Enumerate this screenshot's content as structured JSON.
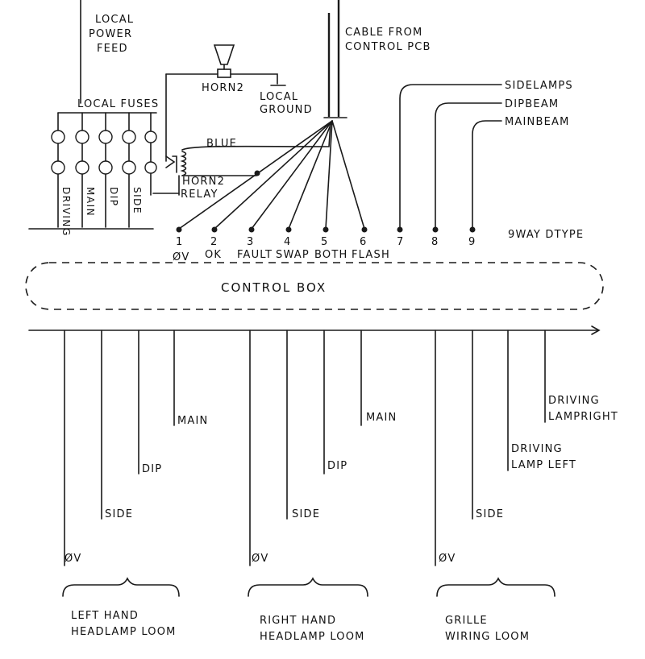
{
  "power": {
    "line1": "LOCAL",
    "line2": "POWER",
    "line3": "FEED"
  },
  "cable": {
    "line1": "CABLE FROM",
    "line2": "CONTROL PCB"
  },
  "horn": {
    "label": "HORN2",
    "ground1": "LOCAL",
    "ground2": "GROUND"
  },
  "fuses": {
    "label": "LOCAL FUSES",
    "names": [
      "DRIVING",
      "MAIN",
      "DIP",
      "SIDE"
    ]
  },
  "relay": {
    "wire": "BLUE",
    "line1": "HORN2",
    "line2": "RELAY"
  },
  "lamps": {
    "side": "SIDELAMPS",
    "dip": "DIPBEAM",
    "main": "MAINBEAM"
  },
  "pins": [
    {
      "num": "1",
      "name": "ØV"
    },
    {
      "num": "2",
      "name": "OK"
    },
    {
      "num": "3",
      "name": "FAULT"
    },
    {
      "num": "4",
      "name": "SWAP"
    },
    {
      "num": "5",
      "name": "BOTH"
    },
    {
      "num": "6",
      "name": "FLASH"
    },
    {
      "num": "7",
      "name": ""
    },
    {
      "num": "8",
      "name": ""
    },
    {
      "num": "9",
      "name": ""
    }
  ],
  "connector": "9WAY DTYPE",
  "control_box": "CONTROL BOX",
  "left_loom": {
    "ov": "ØV",
    "side": "SIDE",
    "dip": "DIP",
    "main": "MAIN",
    "line1": "LEFT HAND",
    "line2": "HEADLAMP LOOM"
  },
  "right_loom": {
    "ov": "ØV",
    "side": "SIDE",
    "dip": "DIP",
    "main": "MAIN",
    "line1": "RIGHT HAND",
    "line2": "HEADLAMP LOOM"
  },
  "grille_loom": {
    "ov": "ØV",
    "side": "SIDE",
    "dl1": "DRIVING",
    "dl2": "LAMP LEFT",
    "dr1": "DRIVING",
    "dr2": "LAMPRIGHT",
    "line1": "GRILLE",
    "line2": "WIRING LOOM"
  }
}
